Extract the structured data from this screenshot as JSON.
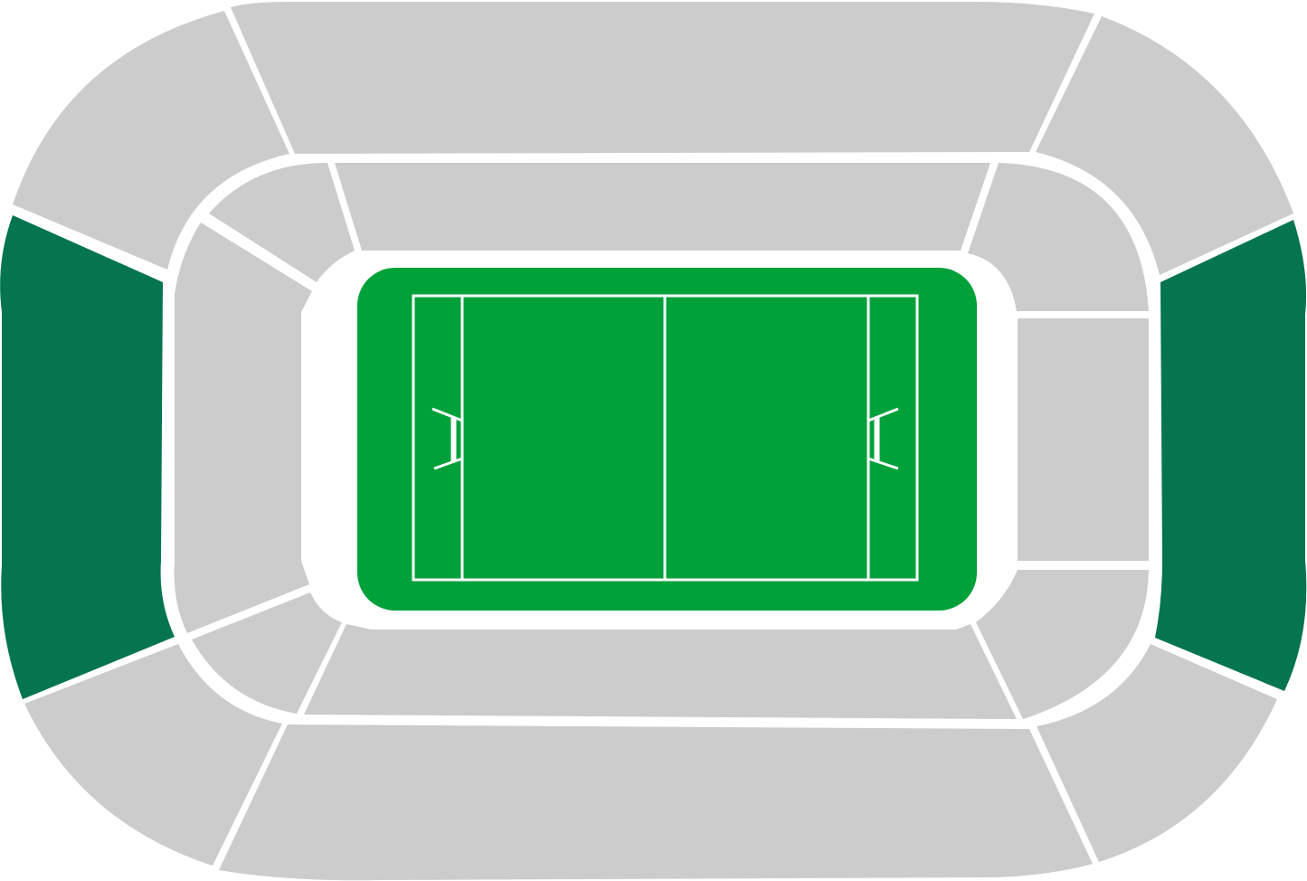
{
  "colors": {
    "background": "#ffffff",
    "available": "#04754e",
    "unavailable": "#cccccc",
    "pitch": "#00a13a",
    "pitch_lines": "#ffffff"
  },
  "upper_tier": [
    {
      "position": "top",
      "status": "unavailable"
    },
    {
      "position": "top-left",
      "status": "unavailable"
    },
    {
      "position": "left",
      "status": "available"
    },
    {
      "position": "bottom-left",
      "status": "unavailable"
    },
    {
      "position": "bottom",
      "status": "unavailable"
    },
    {
      "position": "bottom-right",
      "status": "unavailable"
    },
    {
      "position": "right",
      "status": "available"
    },
    {
      "position": "top-right",
      "status": "unavailable"
    }
  ],
  "lower_tier": [
    {
      "position": "top",
      "status": "unavailable"
    },
    {
      "position": "top-left",
      "status": "unavailable"
    },
    {
      "position": "left",
      "status": "unavailable"
    },
    {
      "position": "bottom-left",
      "status": "unavailable"
    },
    {
      "position": "bottom",
      "status": "unavailable"
    },
    {
      "position": "bottom-right",
      "status": "unavailable"
    },
    {
      "position": "right",
      "status": "unavailable"
    },
    {
      "position": "top-right",
      "status": "unavailable"
    }
  ]
}
